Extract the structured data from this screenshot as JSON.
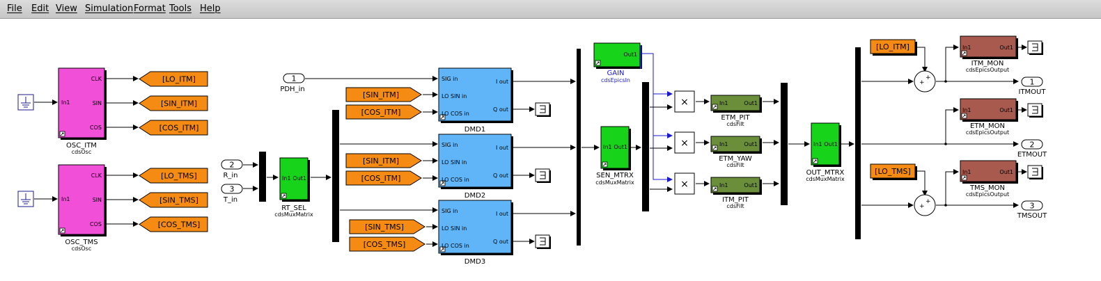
{
  "menu": [
    "File",
    "Edit",
    "View",
    "Simulation",
    "Format",
    "Tools",
    "Help"
  ],
  "colors": {
    "osc": "#f24fd8",
    "goto_tag": "#f58b13",
    "demod": "#5fb5f7",
    "mux_matrix": "#17d31a",
    "filter": "#6b8e3a",
    "epics_out": "#a85a4f",
    "wire": "#000000",
    "gain_wire": "#1a1acc",
    "gain_label": "#1a1acc"
  },
  "oscillators": [
    {
      "id": "osc-itm",
      "name": "OSC_ITM",
      "lib": "cdsOsc",
      "in": "In1",
      "ports": [
        "CLK",
        "SIN",
        "COS"
      ]
    },
    {
      "id": "osc-tms",
      "name": "OSC_TMS",
      "lib": "cdsOsc",
      "in": "In1",
      "ports": [
        "CLK",
        "SIN",
        "COS"
      ]
    }
  ],
  "goto_tags_osc": [
    "[LO_ITM]",
    "[SIN_ITM]",
    "[COS_ITM]",
    "[LO_TMS]",
    "[SIN_TMS]",
    "[COS_TMS]"
  ],
  "inports": [
    {
      "num": "1",
      "name": "PDH_in"
    },
    {
      "num": "2",
      "name": "R_in"
    },
    {
      "num": "3",
      "name": "T_in"
    }
  ],
  "rt_sel": {
    "name": "RT_SEL",
    "lib": "cdsMuxMatrix",
    "in": "In1",
    "out": "Out1"
  },
  "demods": [
    {
      "name": "DMD1",
      "ports_in": [
        "SIG in",
        "LO SIN in",
        "LO COS in"
      ],
      "ports_out": [
        "I out",
        "Q out"
      ],
      "from": [
        "[SIN_ITM]",
        "[COS_ITM]"
      ]
    },
    {
      "name": "DMD2",
      "ports_in": [
        "SIG in",
        "LO SIN in",
        "LO COS in"
      ],
      "ports_out": [
        "I out",
        "Q out"
      ],
      "from": [
        "[SIN_ITM]",
        "[COS_ITM]"
      ]
    },
    {
      "name": "DMD3",
      "ports_in": [
        "SIG in",
        "LO SIN in",
        "LO COS in"
      ],
      "ports_out": [
        "I out",
        "Q out"
      ],
      "from": [
        "[SIN_TMS]",
        "[COS_TMS]"
      ]
    }
  ],
  "gain": {
    "name": "GAIN",
    "lib": "cdsEpicsIn",
    "out": "Out1"
  },
  "sen_mtrx": {
    "name": "SEN_MTRX",
    "lib": "cdsMuxMatrix",
    "in": "In1",
    "out": "Out1"
  },
  "product_symbol": "×",
  "filters": [
    {
      "name": "ETM_PIT",
      "lib": "cdsFilt",
      "in": "In1",
      "out": "Out1"
    },
    {
      "name": "ETM_YAW",
      "lib": "cdsFilt",
      "in": "In1",
      "out": "Out1"
    },
    {
      "name": "ITM_PIT",
      "lib": "cdsFilt",
      "in": "In1",
      "out": "Out1"
    }
  ],
  "out_mtrx": {
    "name": "OUT_MTRX",
    "lib": "cdsMuxMatrix",
    "in": "In1",
    "out": "Out1"
  },
  "from_tags_right": [
    "[LO_ITM]",
    "[LO_TMS]"
  ],
  "sum_signs": {
    "plus": "+"
  },
  "monitors": [
    {
      "name": "ITM_MON",
      "lib": "cdsEpicsOutput",
      "in": "In1",
      "out": "Out1"
    },
    {
      "name": "ETM_MON",
      "lib": "cdsEpicsOutput",
      "in": "In1",
      "out": "Out1"
    },
    {
      "name": "TMS_MON",
      "lib": "cdsEpicsOutput",
      "in": "In1",
      "out": "Out1"
    }
  ],
  "outports": [
    {
      "num": "1",
      "name": "ITMOUT"
    },
    {
      "num": "2",
      "name": "ETMOUT"
    },
    {
      "num": "3",
      "name": "TMSOUT"
    }
  ]
}
